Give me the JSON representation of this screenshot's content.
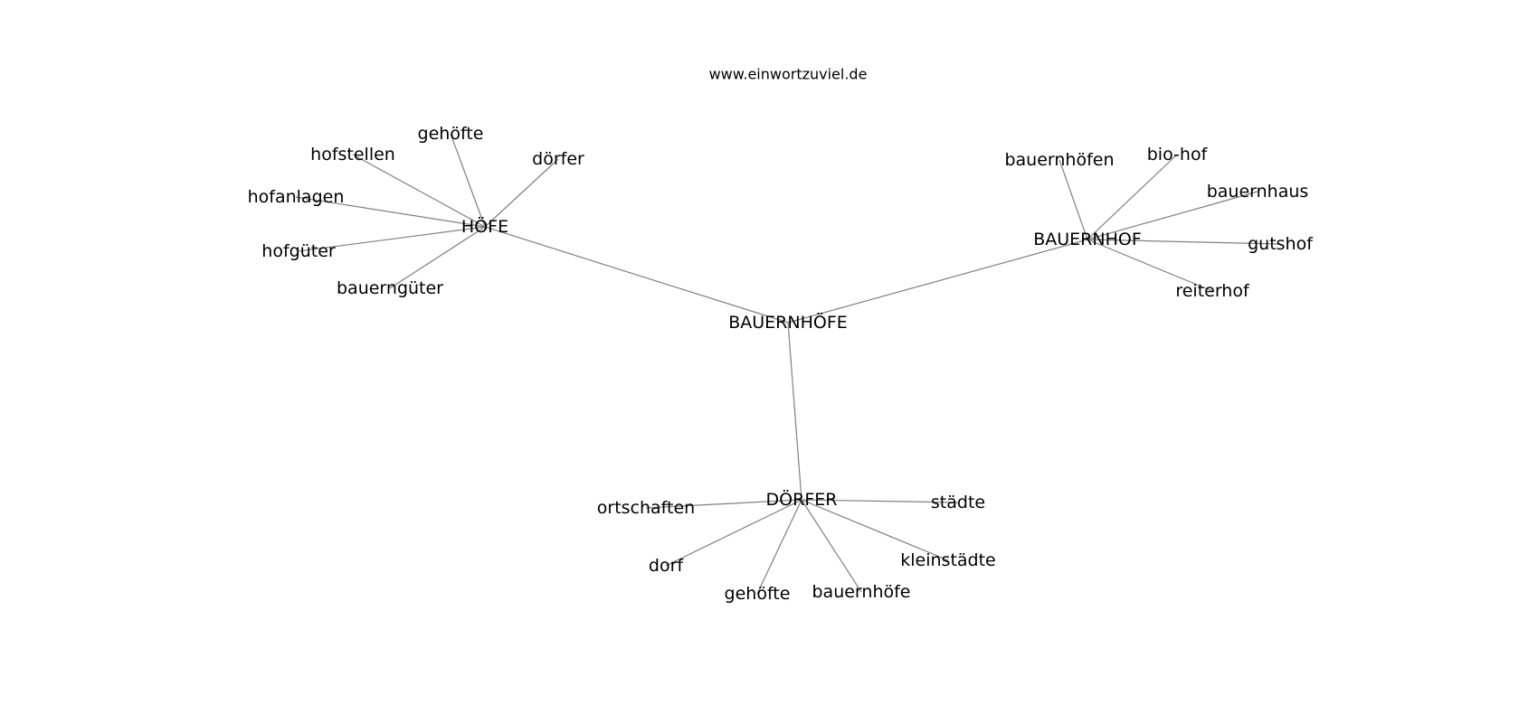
{
  "header": {
    "site": "www.einwortzuviel.de"
  },
  "graph": {
    "center": "BAUERNHÖFE",
    "groups": [
      {
        "label": "HÖFE",
        "leaves": [
          "gehöfte",
          "dörfer",
          "hofstellen",
          "hofanlagen",
          "hofgüter",
          "bauerngüter"
        ]
      },
      {
        "label": "BAUERNHOF",
        "leaves": [
          "bauernhöfen",
          "bio-hof",
          "bauernhaus",
          "gutshof",
          "reiterhof"
        ]
      },
      {
        "label": "DÖRFER",
        "leaves": [
          "ortschaften",
          "städte",
          "dorf",
          "kleinstädte",
          "gehöfte",
          "bauernhöfe"
        ]
      }
    ]
  }
}
